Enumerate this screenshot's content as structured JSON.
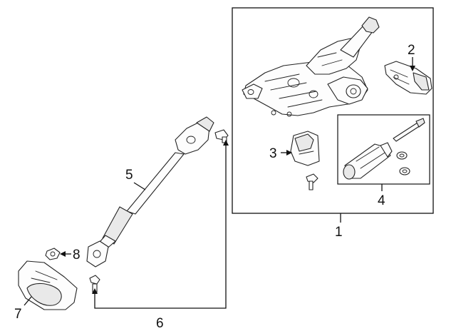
{
  "diagram": {
    "callouts": [
      {
        "id": 1,
        "label": "1"
      },
      {
        "id": 2,
        "label": "2"
      },
      {
        "id": 3,
        "label": "3"
      },
      {
        "id": 4,
        "label": "4"
      },
      {
        "id": 5,
        "label": "5"
      },
      {
        "id": 6,
        "label": "6"
      },
      {
        "id": 7,
        "label": "7"
      },
      {
        "id": 8,
        "label": "8"
      }
    ],
    "colors": {
      "ink": "#111111",
      "background": "#ffffff",
      "part_fill": "#fdfdfd",
      "part_shade": "#e9e9e9"
    }
  }
}
